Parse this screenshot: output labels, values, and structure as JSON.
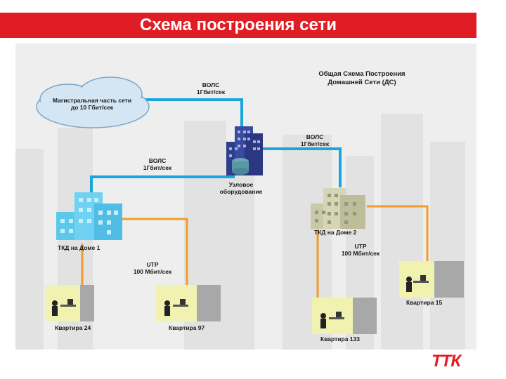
{
  "header": {
    "title": "Схема построения сети"
  },
  "diagram": {
    "heading_line1": "Общая Схема Построения",
    "heading_line2": "Домашней Сети (ДС)",
    "cloud_line1": "Магистральная часть сети",
    "cloud_line2": "до 10 Гбит/сек",
    "links": [
      {
        "line1": "ВОЛС",
        "line2": "1Гбит/сек"
      },
      {
        "line1": "ВОЛС",
        "line2": "1Гбит/сек"
      },
      {
        "line1": "ВОЛС",
        "line2": "1Гбит/сек"
      },
      {
        "line1": "UTP",
        "line2": "100 Мбит/сек"
      },
      {
        "line1": "UTP",
        "line2": "100 Мбит/сек"
      }
    ],
    "nodes": {
      "hub_line1": "Узловое",
      "hub_line2": "оборудование",
      "tkd1": "ТКД на Доме 1",
      "tkd2": "ТКД на Доме 2"
    },
    "apartments": [
      "Квартира 24",
      "Квартира 97",
      "Квартира 133",
      "Квартира 15"
    ],
    "colors": {
      "fiber": "#1aa6dc",
      "utp": "#f39a2c",
      "accent": "#e01c24"
    }
  },
  "logo": "ТТК"
}
